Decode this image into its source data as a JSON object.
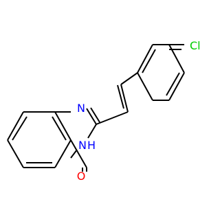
{
  "molecule": {
    "atom_labels": {
      "chlorine": "Cl",
      "n1": "N",
      "n3": "N",
      "n3_hydrogen": "H",
      "oxygen": "O"
    },
    "colors": {
      "carbon_bond": "#000000",
      "nitrogen": "#0000ff",
      "oxygen": "#ff0000",
      "chlorine": "#00cc00"
    }
  }
}
